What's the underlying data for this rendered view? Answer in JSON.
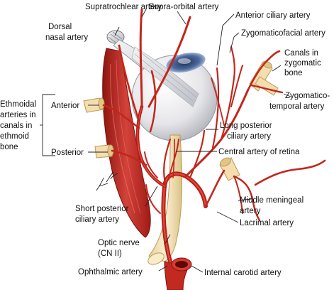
{
  "labels": {
    "supratrochlear": "Supratrochlear artery",
    "supraorbital": "Supra-orbital artery",
    "dorsal_nasal_1": "Dorsal",
    "dorsal_nasal_2": "nasal artery",
    "anterior_ciliary": "Anterior ciliary artery",
    "zygomaticofacial": "Zygomaticofacial artery",
    "canals_1": "Canals in",
    "canals_2": "zygomatic",
    "canals_3": "bone",
    "zygomaticotemporal_1": "Zygomatico-",
    "zygomaticotemporal_2": "temporal artery",
    "ethmoidal_1": "Ethmoidal",
    "ethmoidal_2": "arteries in",
    "ethmoidal_3": "canals in",
    "ethmoidal_4": "ethmoid",
    "ethmoidal_5": "bone",
    "anterior": "Anterior",
    "posterior": "Posterior",
    "long_posterior_1": "Long posterior",
    "long_posterior_2": "ciliary artery",
    "central_artery": "Central artery of retina",
    "middle_meningeal_1": "Middle meningeal",
    "middle_meningeal_2": "artery",
    "lacrimal": "Lacrimal artery",
    "short_posterior_1": "Short posterior",
    "short_posterior_2": "ciliary artery",
    "optic_nerve_1": "Optic nerve",
    "optic_nerve_2": "(CN II)",
    "ophthalmic": "Ophthalmic artery",
    "internal_carotid": "Internal carotid artery"
  },
  "colors": {
    "artery": "#d42a20",
    "artery_dark": "#9e1710",
    "muscle": "#c8302a",
    "nerve": "#f2e3b8",
    "bone": "#f4deb0",
    "globe": "#e8e8ea",
    "leader": "#222222"
  }
}
